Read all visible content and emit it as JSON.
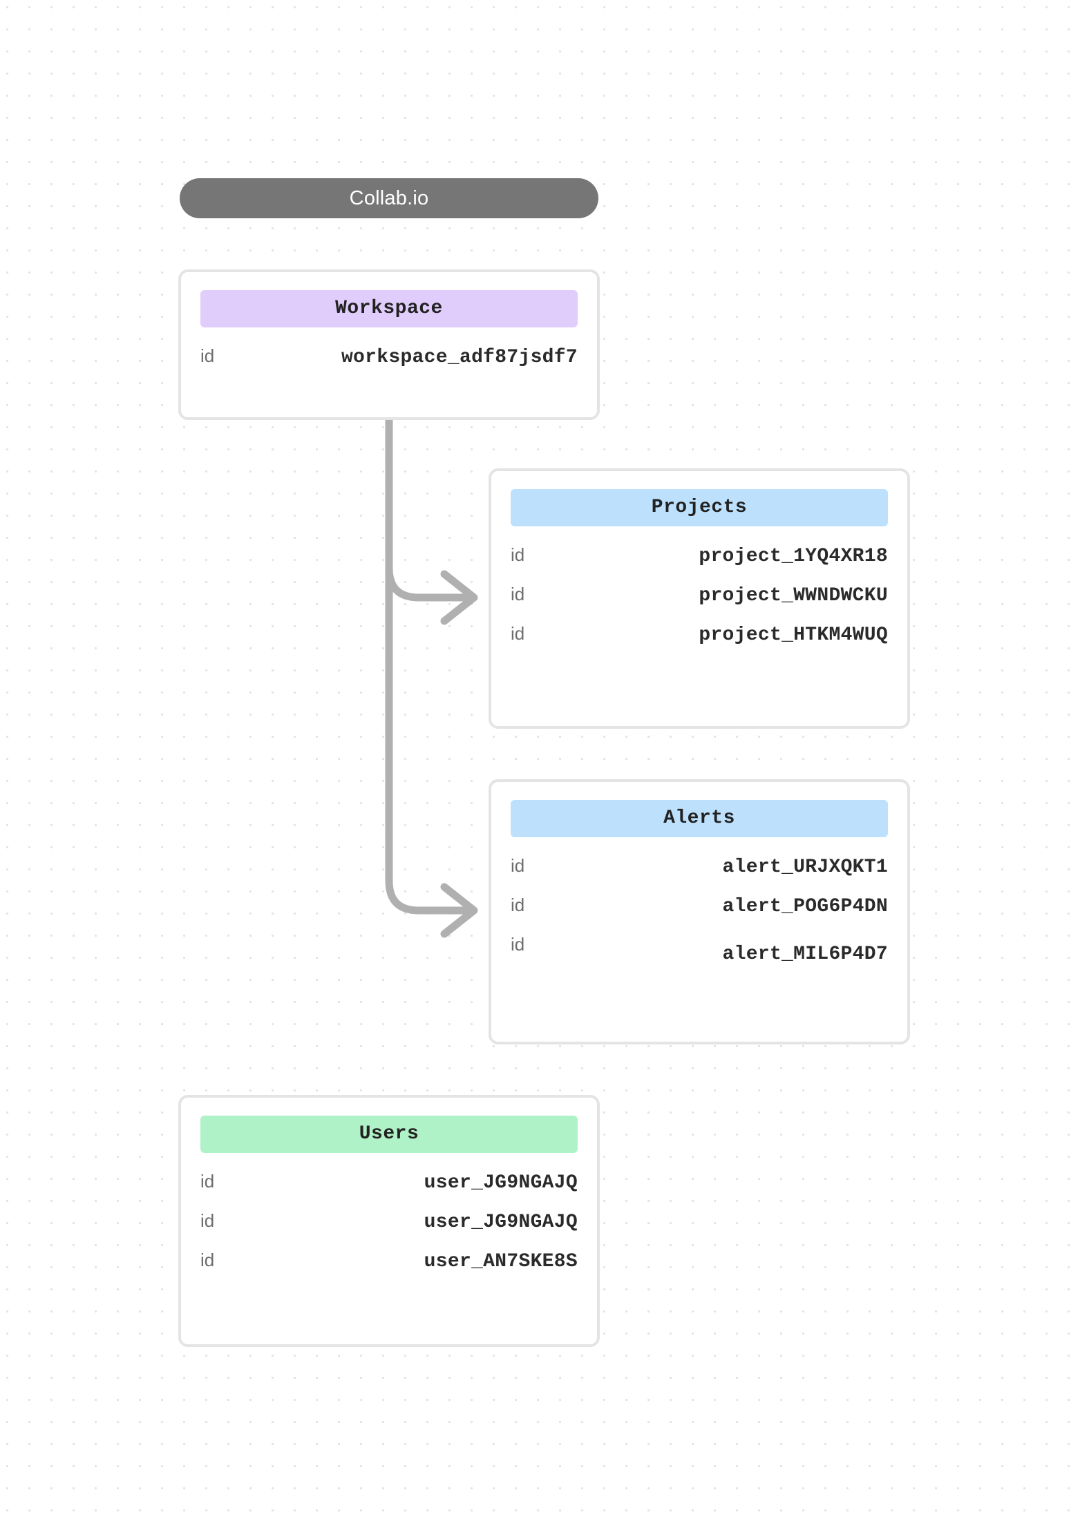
{
  "header": {
    "title": "Collab.io"
  },
  "colors": {
    "pill_background": "#767676",
    "pill_text": "#ffffff",
    "card_border": "#e4e4e4",
    "connector": "#b0b0b0",
    "band_workspace": "#e0cdfb",
    "band_projects": "#bde0fd",
    "band_alerts": "#bde0fd",
    "band_users": "#b0f2c7",
    "key_text": "#6d6d6d",
    "value_text": "#2a2a2a",
    "canvas_background": "#ffffff",
    "grid_dot": "#e3e3e3"
  },
  "cards": [
    {
      "id": "workspace",
      "title": "Workspace",
      "rows": [
        {
          "key": "id",
          "value": "workspace_adf87jsdf7"
        }
      ]
    },
    {
      "id": "projects",
      "title": "Projects",
      "rows": [
        {
          "key": "id",
          "value": "project_1YQ4XR18"
        },
        {
          "key": "id",
          "value": "project_WWNDWCKU"
        },
        {
          "key": "id",
          "value": "project_HTKM4WUQ"
        }
      ]
    },
    {
      "id": "alerts",
      "title": "Alerts",
      "rows": [
        {
          "key": "id",
          "value": "alert_URJXQKT1"
        },
        {
          "key": "id",
          "value": "alert_POG6P4DN"
        },
        {
          "key": "id",
          "value": "alert_MIL6P4D7"
        }
      ]
    },
    {
      "id": "users",
      "title": "Users",
      "rows": [
        {
          "key": "id",
          "value": "user_JG9NGAJQ"
        },
        {
          "key": "id",
          "value": "user_JG9NGAJQ"
        },
        {
          "key": "id",
          "value": "user_AN7SKE8S"
        }
      ]
    }
  ],
  "connections": [
    {
      "from": "workspace",
      "to": "projects"
    },
    {
      "from": "workspace",
      "to": "alerts"
    }
  ]
}
